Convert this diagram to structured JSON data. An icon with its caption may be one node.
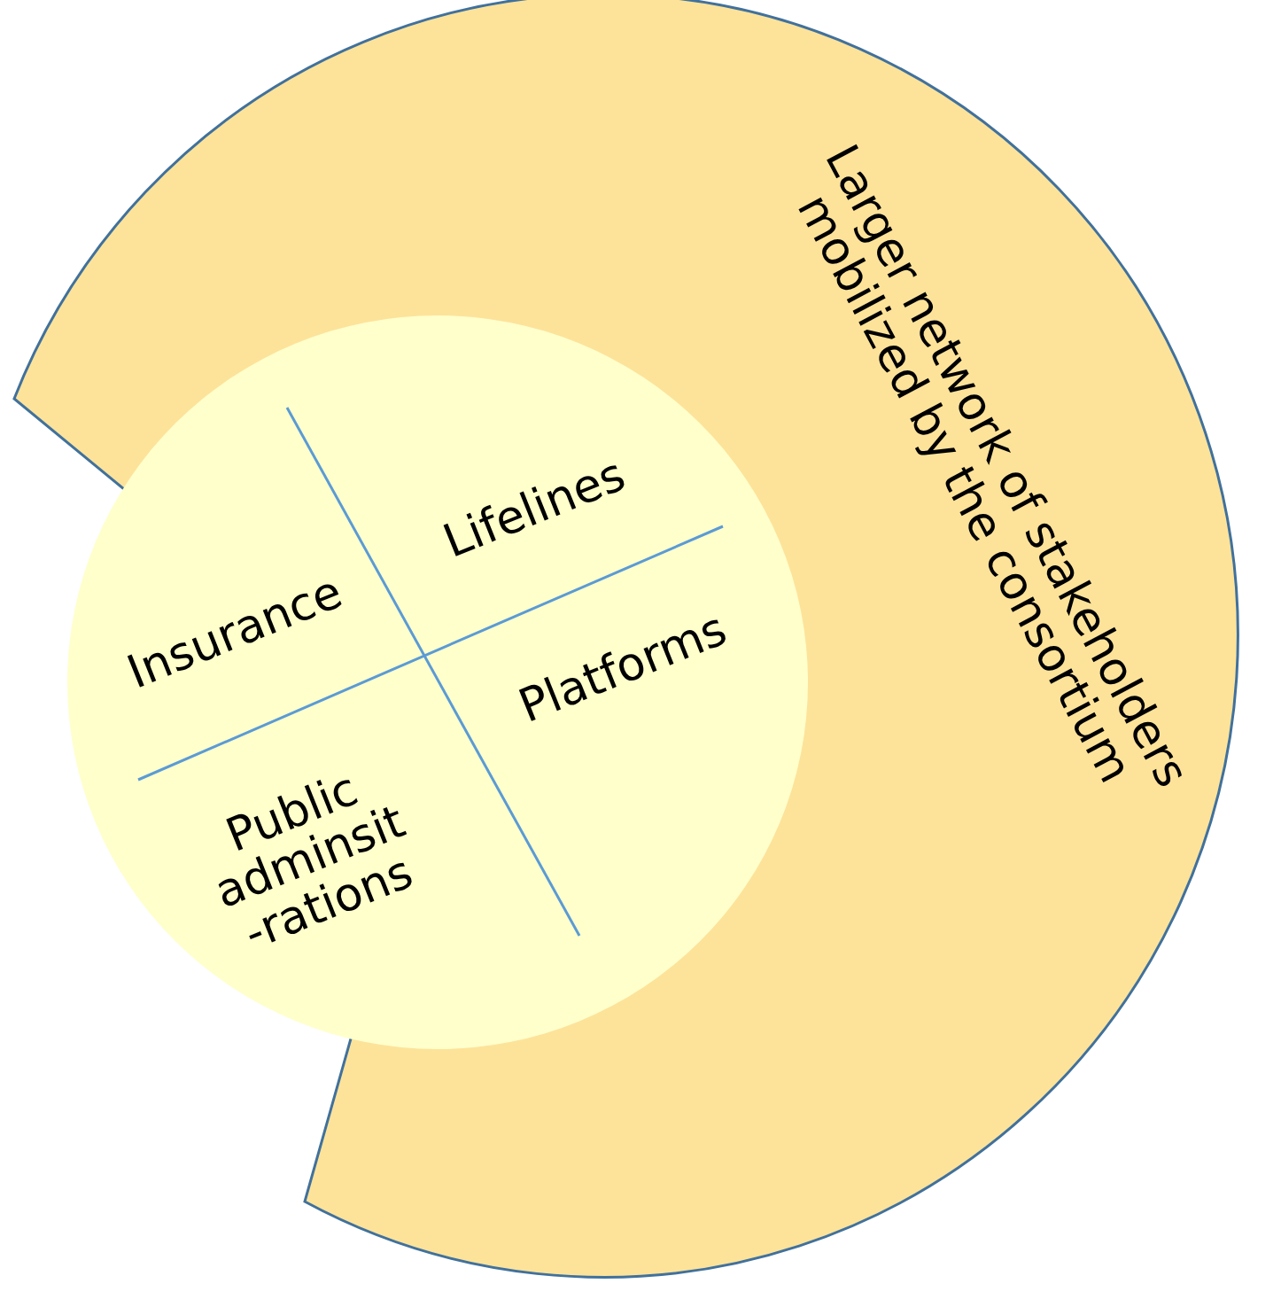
{
  "diagram": {
    "nodes": [
      {
        "text": [
          "Larger network of stakeholders mobilized by the consortium"
        ]
      },
      {
        "text": [],
        "shape": "circle",
        "in": 0
      }
    ],
    "labels": [
      "Lifelines",
      "Insurance",
      "Platforms",
      "Public adminsit -rations"
    ]
  }
}
